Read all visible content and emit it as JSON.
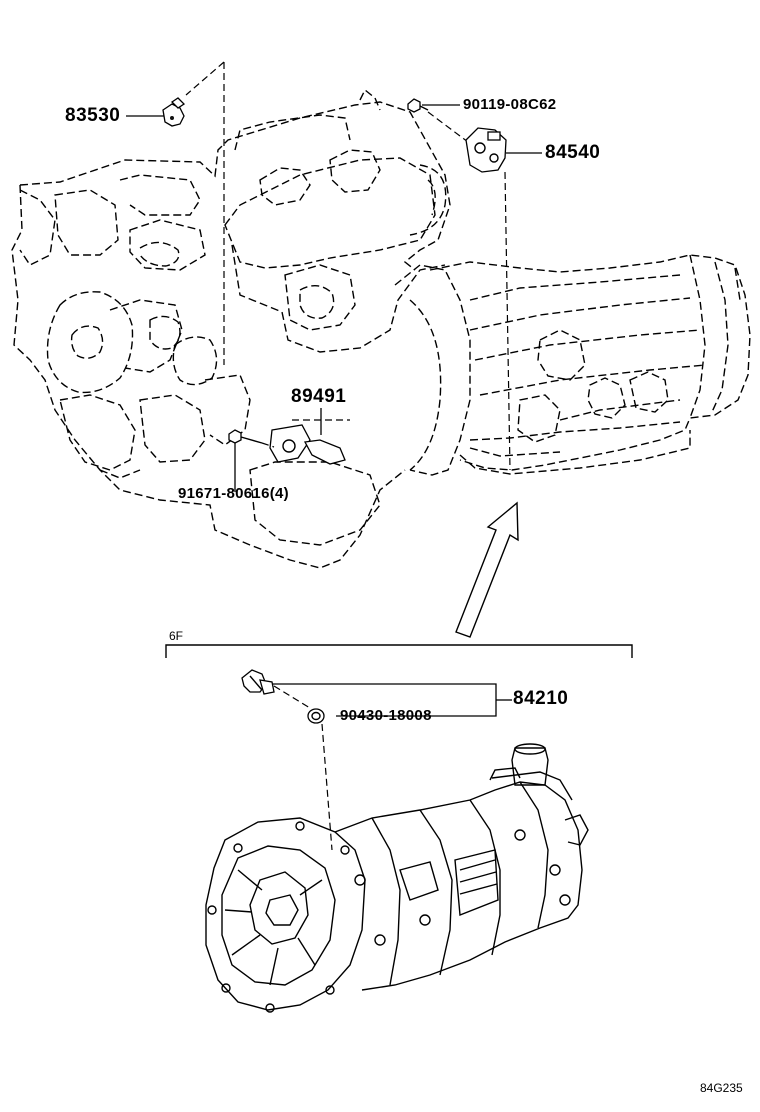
{
  "labels": {
    "part_83530": "83530",
    "part_90119": "90119-08C62",
    "part_84540": "84540",
    "part_89491": "89491",
    "part_91671": "91671-80616(4)",
    "section_6f": "6F",
    "part_84210": "84210",
    "part_90430": "90430-18008",
    "diagram_code": "84G235"
  },
  "colors": {
    "line": "#000000",
    "background": "#ffffff"
  }
}
